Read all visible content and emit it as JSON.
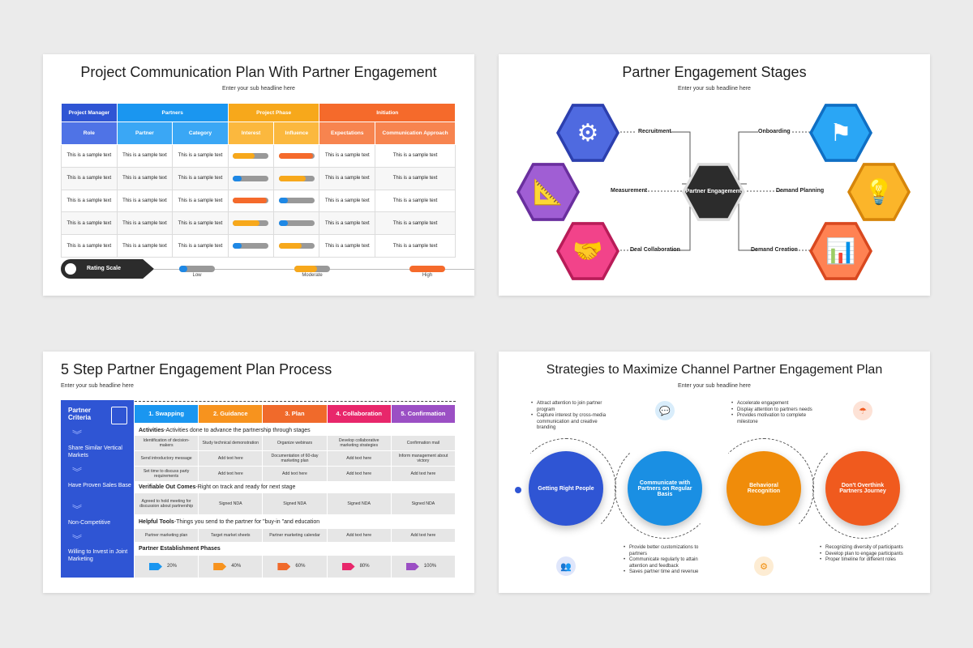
{
  "slide1": {
    "title": "Project Communication Plan With Partner Engagement",
    "subtitle": "Enter your sub headline here",
    "group_headers": [
      "Project Manager",
      "Partners",
      "Project Phase",
      "Initiation"
    ],
    "columns": [
      "Role",
      "Partner",
      "Category",
      "Interest",
      "Influence",
      "Expectations",
      "Communication Approach"
    ],
    "cell_text": "This is a sample text",
    "rows": [
      {
        "interest": 0.6,
        "interest_color": "#f7a81b",
        "influence": 0.95,
        "influence_color": "#f56a2b"
      },
      {
        "interest": 0.25,
        "interest_color": "#1e88e5",
        "influence": 0.75,
        "influence_color": "#f7a81b"
      },
      {
        "interest": 0.95,
        "interest_color": "#f56a2b",
        "influence": 0.25,
        "influence_color": "#1e88e5"
      },
      {
        "interest": 0.75,
        "interest_color": "#f7a81b",
        "influence": 0.25,
        "influence_color": "#1e88e5"
      },
      {
        "interest": 0.25,
        "interest_color": "#1e88e5",
        "influence": 0.65,
        "influence_color": "#f7a81b"
      }
    ],
    "rating_scale": "Rating Scale",
    "scale_labels": [
      "Low",
      "Moderate",
      "High"
    ]
  },
  "slide2": {
    "title": "Partner Engagement Stages",
    "subtitle": "Enter your sub headline here",
    "center": "Partner Engagement",
    "left": [
      "Recruitment",
      "Measurement",
      "Deal Collaboration"
    ],
    "right": [
      "Onboarding",
      "Demand Planning",
      "Demand Creation"
    ],
    "colors": {
      "recruitment": "#3f5bd8",
      "measurement": "#8f4fc6",
      "deal": "#e8357a",
      "onboarding": "#1a96f0",
      "planning": "#f5a514",
      "creation": "#f56a3a"
    }
  },
  "slide3": {
    "title": "5 Step Partner Engagement Plan Process",
    "subtitle": "Enter your sub headline here",
    "criteria_title": "Partner Criteria",
    "criteria": [
      "Share Similar Vertical Markets",
      "Have Proven Sales Base",
      "Non-Competitive",
      "Willing to Invest in Joint Marketing"
    ],
    "steps": [
      "1. Swapping",
      "2. Guidance",
      "3. Plan",
      "4. Collaboration",
      "5. Confirmation"
    ],
    "step_colors": [
      "#1a96f0",
      "#f7931e",
      "#f06a2b",
      "#e8276b",
      "#9b4fc4"
    ],
    "activities_head": "Activities",
    "activities_desc": "-Activities done to advance the partnership through stages",
    "activities": [
      [
        "Identification of decision-makers",
        "Study technical demonstration",
        "Organize webinars",
        "Develop collaborative marketing strategies",
        "Confirmation mail"
      ],
      [
        "Send introductory message",
        "Add text here",
        "Documentation of 60-day marketing plan",
        "Add text here",
        "Inform management about victory"
      ],
      [
        "Set time to discuss party requirements",
        "Add text here",
        "Add text here",
        "Add text here",
        "Add text here"
      ]
    ],
    "outcomes_head": "Verifiable Out Comes",
    "outcomes_desc": "-Right on track and ready for next stage",
    "outcomes": [
      [
        "Agreed to hold meeting for discussion about partnership",
        "Signed NDA",
        "Signed NDA",
        "Signed NDA",
        "Signed NDA"
      ]
    ],
    "tools_head": "Helpful Tools",
    "tools_desc": "-Things you send to the partner for \"buy-in \"and education",
    "tools": [
      [
        "Partner marketing plan",
        "Target market sheets",
        "Partner marketing calendar",
        "Add text here",
        "Add text here"
      ]
    ],
    "phases_head": "Partner Establishment  Phases",
    "phases": [
      "20%",
      "40%",
      "60%",
      "80%",
      "100%"
    ]
  },
  "slide4": {
    "title": "Strategies to Maximize Channel Partner Engagement Plan",
    "subtitle": "Enter your sub headline here",
    "circles": [
      "Getting Right People",
      "Communicate with Partners on Regular Basis",
      "Behavioral Recognition",
      "Don't Overthink Partners Journey"
    ],
    "circle_colors": [
      "#2f55d4",
      "#1a8fe3",
      "#f08c0a",
      "#f05a1e"
    ],
    "bullets1": [
      "Attract attention to join partner program",
      "Capture interest by cross-media communication and creative branding"
    ],
    "bullets2": [
      "Provide better customizations to partners",
      "Communicate regularly to attain attention and feedback",
      "Saves partner time and revenue"
    ],
    "bullets3": [
      "Accelerate engagement",
      "Display attention to partners needs",
      "Provides motivation to complete milestone"
    ],
    "bullets4": [
      "Recognizing diversity of participants",
      "Develop plan to engage participants",
      "Proper timeline for different roles"
    ]
  }
}
